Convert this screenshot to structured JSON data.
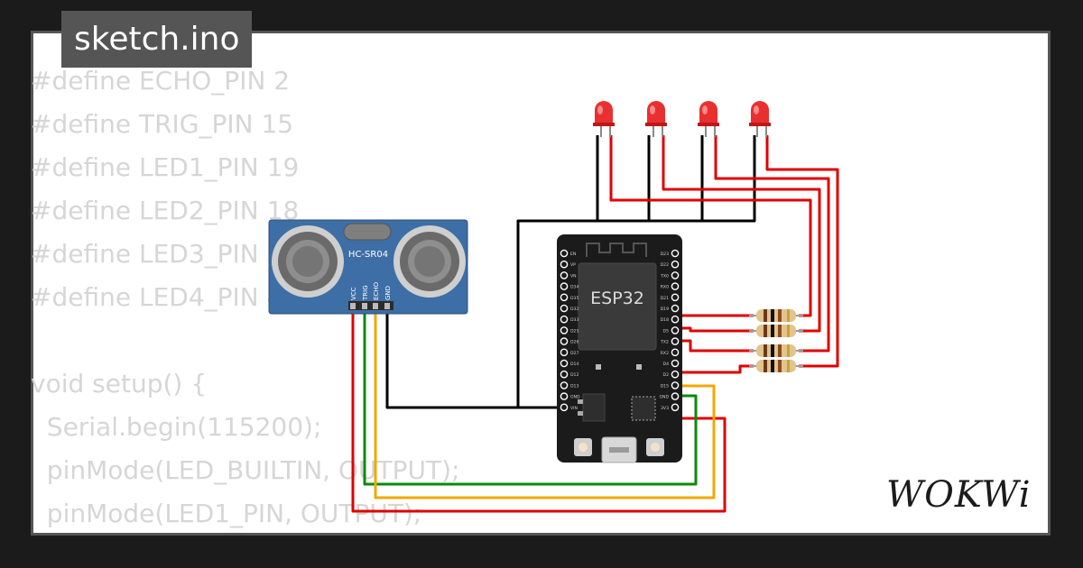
{
  "title": "sketch.ino",
  "code_lines": [
    "#define ECHO_PIN 2",
    "#define TRIG_PIN 15",
    "#define LED1_PIN 19",
    "#define LED2_PIN 18",
    "#define LED3_PIN 5",
    "#define LED4_PIN 4",
    "",
    "void setup() {",
    "  Serial.begin(115200);",
    "  pinMode(LED_BUILTIN, OUTPUT);",
    "  pinMode(LED1_PIN, OUTPUT);"
  ],
  "sensor": {
    "model": "HC-SR04",
    "pins": [
      "VCC",
      "TRIG",
      "ECHO",
      "GND"
    ]
  },
  "board": {
    "label": "ESP32",
    "left_pins": [
      "EN",
      "VP",
      "VN",
      "D34",
      "D35",
      "D32",
      "D33",
      "D25",
      "D26",
      "D27",
      "D14",
      "D12",
      "D13",
      "GND",
      "VIN"
    ],
    "right_pins": [
      "D23",
      "D22",
      "TX0",
      "RX0",
      "D21",
      "D19",
      "D18",
      "D5",
      "TX2",
      "RX2",
      "D4",
      "D2",
      "D15",
      "GND",
      "3V3"
    ]
  },
  "brand": "WOKWi",
  "colors": {
    "wire_red": "#e00000",
    "wire_green": "#0a8a0a",
    "wire_orange": "#f0a800",
    "wire_black": "#000000",
    "sensor_blue": "#3d6ea6",
    "board_black": "#1b1b1b",
    "led_red": "#e83030"
  }
}
